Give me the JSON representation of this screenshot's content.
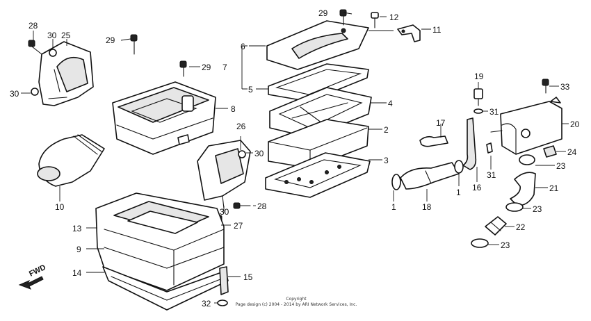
{
  "diagram": {
    "labels": {
      "l1a": "1",
      "l1b": "1",
      "l2": "2",
      "l3": "3",
      "l4": "4",
      "l5": "5",
      "l6": "6",
      "l7": "7",
      "l8": "8",
      "l9": "9",
      "l10": "10",
      "l11": "11",
      "l12": "12",
      "l13": "13",
      "l14": "14",
      "l15": "15",
      "l16": "16",
      "l17": "17",
      "l18": "18",
      "l19": "19",
      "l20": "20",
      "l21": "21",
      "l22": "22",
      "l23a": "23",
      "l23b": "23",
      "l23c": "23",
      "l24": "24",
      "l25": "25",
      "l26": "26",
      "l27": "27",
      "l28a": "28",
      "l28b": "28",
      "l29a": "29",
      "l29b": "29",
      "l29c": "29",
      "l30a": "30",
      "l30b": "30",
      "l30c": "30",
      "l30d": "30",
      "l31a": "31",
      "l31b": "31",
      "l32": "32",
      "l33": "33"
    },
    "fwd": "FWD",
    "copyright_line1": "Copyright",
    "copyright_line2": "Page design (c) 2004 - 2014 by ARI Network Services, Inc."
  }
}
